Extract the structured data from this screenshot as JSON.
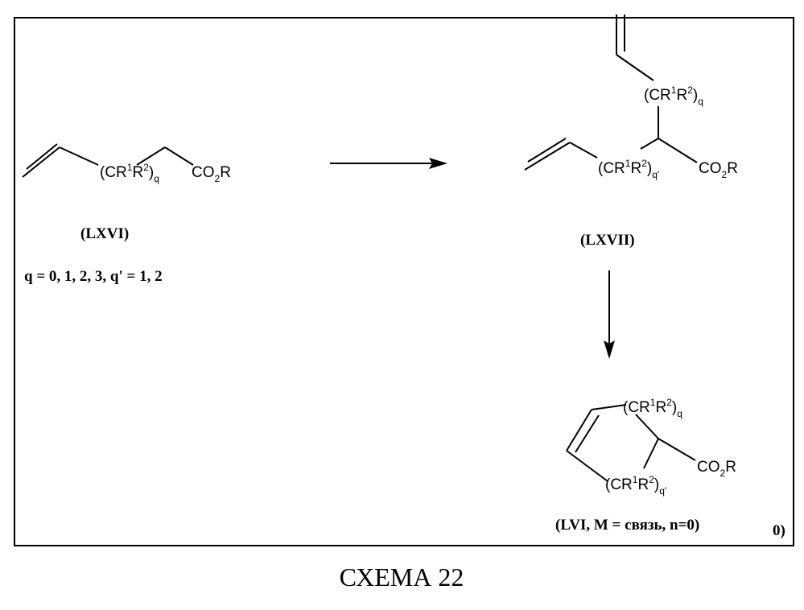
{
  "scheme_title": "СХЕМА 22",
  "corner_mark": "0)",
  "compounds": {
    "lxvi": {
      "label": "(LXVI)",
      "note": "q = 0, 1, 2, 3, q' = 1, 2",
      "group_cr": "(CR",
      "sup1": "1",
      "r2": "R",
      "sup2": "2",
      "close": ")",
      "sub_q": "q",
      "ester": "CO",
      "ester_sub": "2",
      "ester_r": "R"
    },
    "lxvii": {
      "label": "(LXVII)",
      "upper_group": "(CR",
      "upper_sup1": "1",
      "upper_r2": "R",
      "upper_sup2": "2",
      "upper_close": ")",
      "upper_sub": "q",
      "lower_group": "(CR",
      "lower_sup1": "1",
      "lower_r2": "R",
      "lower_sup2": "2",
      "lower_close": ")",
      "lower_sub": "q'",
      "ester": "CO",
      "ester_sub": "2",
      "ester_r": "R"
    },
    "lvi": {
      "label": "(LVI, M = связь, n=0)",
      "upper_group": "(CR",
      "upper_sup1": "1",
      "upper_r2": "R",
      "upper_sup2": "2",
      "upper_close": ")",
      "upper_sub": "q",
      "lower_group": "(CR",
      "lower_sup1": "1",
      "lower_r2": "R",
      "lower_sup2": "2",
      "lower_close": ")",
      "lower_sub": "q'",
      "ester": "CO",
      "ester_sub": "2",
      "ester_r": "R"
    }
  }
}
